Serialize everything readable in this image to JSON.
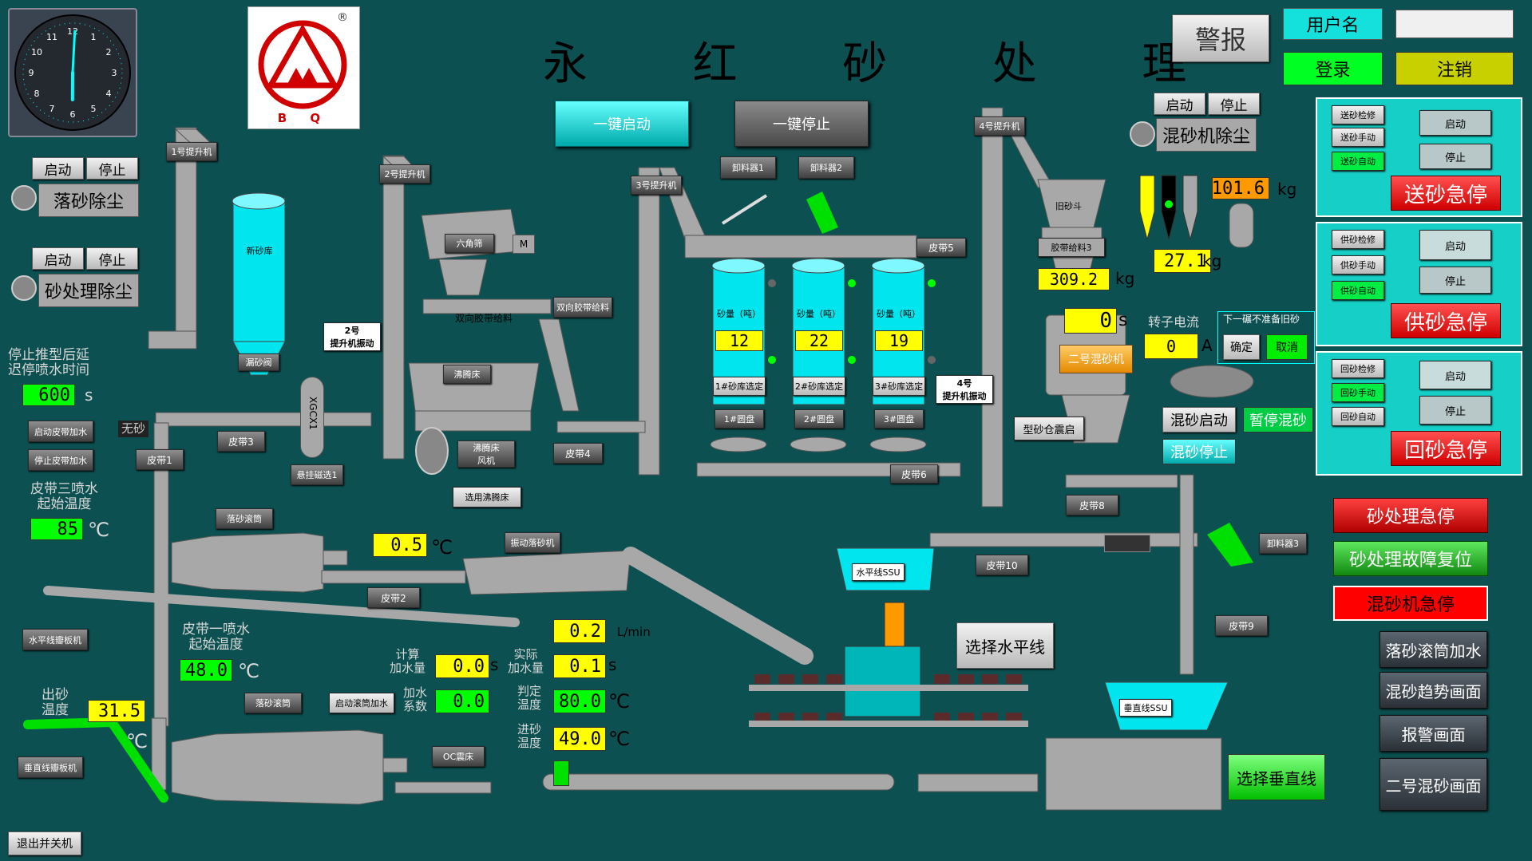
{
  "header": {
    "title": "永  红  砂  处  理",
    "logo_letters": "B Q",
    "logo_mark": "®",
    "alarm": "警报",
    "username_label": "用户名",
    "username_value": "",
    "login": "登录",
    "logout": "注销",
    "one_key_start": "一键启动",
    "one_key_stop": "一键停止"
  },
  "clock": {
    "hour": 6,
    "minute": 0.5,
    "numbers": [
      "12",
      "1",
      "2",
      "3",
      "4",
      "5",
      "6",
      "7",
      "8",
      "9",
      "10",
      "11"
    ]
  },
  "dust": {
    "fall_sand": {
      "start": "启动",
      "stop": "停止",
      "label": "落砂除尘"
    },
    "sand_proc": {
      "start": "启动",
      "stop": "停止",
      "label": "砂处理除尘"
    },
    "mixer": {
      "start": "启动",
      "stop": "停止",
      "label": "混砂机除尘"
    }
  },
  "left": {
    "stop_delay_label": "停止推型后延\n迟停喷水时间",
    "stop_delay_value": "600",
    "stop_delay_unit": "s",
    "start_belt_water": "启动皮带加水",
    "stop_belt_water": "停止皮带加水",
    "belt3_label": "皮带三喷水\n起始温度",
    "belt3_value": "85",
    "belt3_unit": "℃",
    "no_sand": "无砂",
    "h_plate": "水平线瓣板机",
    "belt1_label": "皮带一喷水\n起始温度",
    "belt1_value": "48.0",
    "belt1_unit": "℃",
    "out_sand_label": "出砂\n温度",
    "out_sand_value": "31.5",
    "out_sand_unit": "℃",
    "v_plate": "垂直线瓣板机",
    "exit": "退出并关机"
  },
  "equipment": {
    "elev1": "1号提升机",
    "elev2": "2号提升机",
    "elev3": "3号提升机",
    "elev4": "4号提升机",
    "new_silo": "新砂库",
    "leak_valve": "漏砂阀",
    "xgcx": "XGCX1",
    "belt3": "皮带3",
    "belt1": "皮带1",
    "belt2": "皮带2",
    "belt4": "皮带4",
    "belt5": "皮带5",
    "belt6": "皮带6",
    "belt8": "皮带8",
    "belt9": "皮带9",
    "belt10": "皮带10",
    "susp_mag": "悬挂磁选1",
    "elev2_vib": "2号\n提升机振动",
    "hex_screen": "六角筛",
    "motor_m": "M",
    "dual_feed_caption": "双向胶带给料",
    "dual_feed_btn": "双向胶带给料",
    "boil_bed": "沸腾床",
    "boil_fan": "沸腾床\n风机",
    "select_boil": "选用沸腾床",
    "drum1": "落砂滚筒",
    "drum_temp": "0.5",
    "drum_temp_unit": "℃",
    "vib_shake": "振动落砂机",
    "drum2": "落砂滚筒",
    "start_drum_water": "启动滚筒加水",
    "oc_shake": "OC震床",
    "unloader1": "卸料器1",
    "unloader2": "卸料器2",
    "unloader3": "卸料器3",
    "elev4_vib": "4号\n提升机振动",
    "old_hopper": "旧砂斗",
    "belt_feeder3": "胶带给料3",
    "h_ssu": "水平线SSU",
    "v_ssu": "垂直线SSU",
    "select_h": "选择水平线",
    "select_v": "选择垂直线",
    "mold_shake": "型砂仓震启"
  },
  "silos": [
    {
      "name": "砂量（吨）",
      "value": "12",
      "select": "1#砂库选定",
      "disc": "1#圆盘"
    },
    {
      "name": "砂量（吨）",
      "value": "22",
      "select": "2#砂库选定",
      "disc": "2#圆盘"
    },
    {
      "name": "砂量（吨）",
      "value": "19",
      "select": "3#砂库选定",
      "disc": "3#圆盘"
    }
  ],
  "water": {
    "flow": "0.2",
    "flow_unit": "L/min",
    "calc_label": "计算\n加水量",
    "calc_value": "0.0",
    "calc_unit": "s",
    "actual_label": "实际\n加水量",
    "actual_value": "0.1",
    "actual_unit": "s",
    "coef_label": "加水\n系数",
    "coef_value": "0.0",
    "judge_label": "判定\n温度",
    "judge_value": "80.0",
    "judge_unit": "℃",
    "in_label": "进砂\n温度",
    "in_value": "49.0",
    "in_unit": "℃"
  },
  "mixer": {
    "weight1": "309.2",
    "weight1_unit": "kg",
    "weight2": "27.1",
    "weight2_unit": "kg",
    "weight3": "101.6",
    "weight3_unit": "kg",
    "timer": "0",
    "timer_unit": "s",
    "mixer_name": "二号混砂机",
    "rotor_label": "转子电流",
    "rotor_value": "0",
    "rotor_unit": "A",
    "next_prompt": "下一碾不准备旧砂",
    "confirm": "确定",
    "cancel": "取消",
    "mix_start": "混砂启动",
    "pause_mix": "暂停混砂",
    "mix_stop": "混砂停止"
  },
  "right_panels": [
    {
      "modes": [
        "送砂检修",
        "送砂手动",
        "送砂自动"
      ],
      "active": 2,
      "start": "启动",
      "stop": "停止",
      "estop": "送砂急停"
    },
    {
      "modes": [
        "供砂检修",
        "供砂手动",
        "供砂自动"
      ],
      "active": 2,
      "start": "启动",
      "stop": "停止",
      "estop": "供砂急停"
    },
    {
      "modes": [
        "回砂检修",
        "回砂手动",
        "回砂自动"
      ],
      "active": 1,
      "start": "启动",
      "stop": "停止",
      "estop": "回砂急停"
    }
  ],
  "right_buttons": {
    "proc_estop": "砂处理急停",
    "fault_reset": "砂处理故障复位",
    "mixer_estop": "混砂机急停",
    "drum_water": "落砂滚筒加水",
    "trend": "混砂趋势画面",
    "alarm_screen": "报警画面",
    "mixer2_screen": "二号混砂画面"
  },
  "colors": {
    "background": "#0c5052",
    "equipment": "#a8a8a8",
    "silo": "#00e5ee",
    "value_yellow": "#ffff00",
    "value_green": "#00ff00",
    "estop_red": "#e00000"
  }
}
